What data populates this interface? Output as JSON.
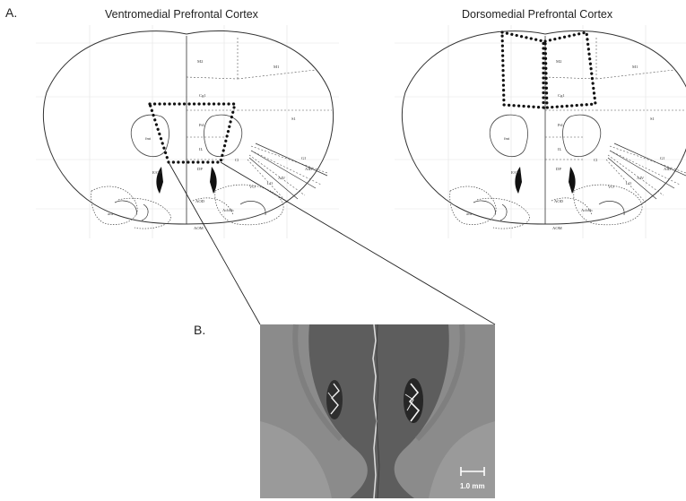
{
  "panel_a": {
    "label": "A.",
    "left_title": "Ventromedial Prefrontal Cortex",
    "right_title": "Dorsomedial Prefrontal Cortex",
    "regions_lateral": [
      "M2",
      "M1",
      "Cg1",
      "S1",
      "PrL",
      "IL",
      "DP",
      "Cl",
      "DI",
      "AIV",
      "AID",
      "VO",
      "LO",
      "GI"
    ],
    "regions_left": [
      "fmi",
      "E/OV",
      "aca",
      "Acb",
      "AOD",
      "AOM"
    ]
  },
  "panel_b": {
    "label": "B.",
    "scale_bar": "1.0 mm"
  }
}
